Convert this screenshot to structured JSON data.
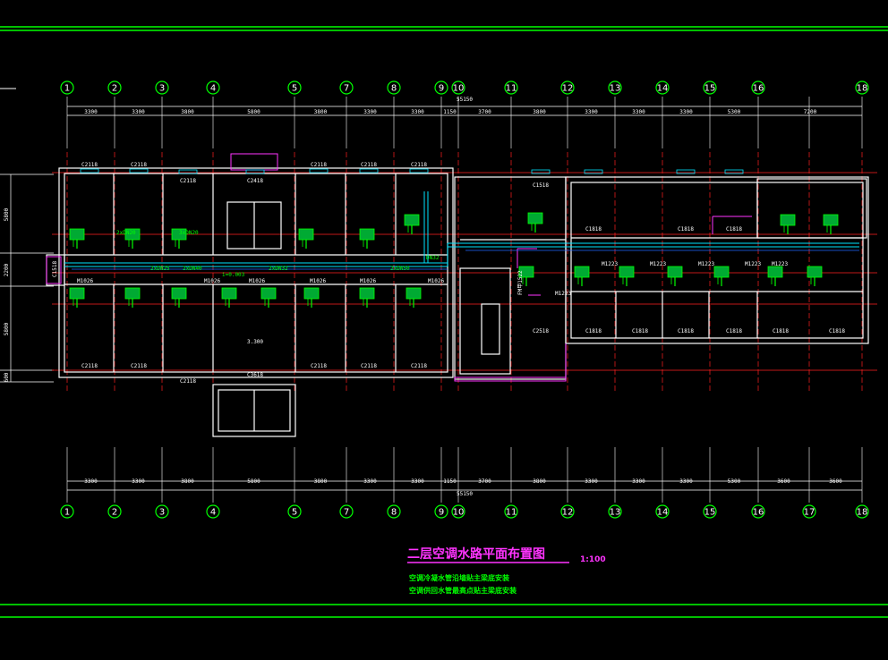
{
  "drawing": {
    "title": "二层空调水路平面布置图",
    "scale": "1:100",
    "notes": [
      "空调冷凝水管沿墙贴主梁底安装",
      "空调供回水管最高点贴主梁底安装"
    ],
    "colors": {
      "background": "#000000",
      "frame": "#00ff00",
      "walls": "#ffffff",
      "grid": "#ff2020",
      "pipe": "#00ffff",
      "magenta": "#ff33ff"
    }
  },
  "axes": {
    "top": [
      "1",
      "2",
      "3",
      "4",
      "5",
      "7",
      "8",
      "9",
      "10",
      "11",
      "12",
      "13",
      "14",
      "15",
      "16",
      "18"
    ],
    "bottom": [
      "1",
      "2",
      "3",
      "4",
      "5",
      "7",
      "8",
      "9",
      "10",
      "11",
      "12",
      "13",
      "14",
      "15",
      "16",
      "17",
      "18"
    ]
  },
  "dimensions": {
    "top_total": "55150",
    "top": [
      "3300",
      "3300",
      "3800",
      "5800",
      "3800",
      "3300",
      "3300",
      "1150",
      "3700",
      "3800",
      "3300",
      "3300",
      "3300",
      "5300",
      "7200"
    ],
    "bottom_total": "55150",
    "bottom": [
      "3300",
      "3300",
      "3800",
      "5800",
      "3800",
      "3300",
      "3300",
      "1150",
      "3700",
      "3800",
      "3300",
      "3300",
      "3300",
      "5300",
      "3600",
      "3600"
    ],
    "left": [
      "5800",
      "2200",
      "5800",
      "600"
    ]
  },
  "labels": {
    "windows_top": [
      "C2118",
      "C2118",
      "C2118",
      "C2418",
      "C2118",
      "C2118",
      "C2118",
      "C1518",
      "C1818",
      "C1818",
      "C1818"
    ],
    "windows_bottom": [
      "C2118",
      "C2118",
      "C2118",
      "C3618",
      "C2118",
      "C2118",
      "C2118",
      "C2518",
      "C1818",
      "C1818",
      "C1818",
      "C1818",
      "C1818",
      "C1818"
    ],
    "doors": [
      "M1026",
      "M1026",
      "M1026",
      "M1026",
      "M1026",
      "M1026",
      "M1223",
      "M1223",
      "M1223",
      "M1223",
      "M1223",
      "M1223"
    ],
    "pipe_tags": [
      "2xDN20",
      "2xDN25",
      "2xDN32",
      "2xDN40",
      "2xDN50",
      "DN32",
      "i=0.003",
      "3xDN20"
    ],
    "elev": "3.300",
    "side_window": "C1518",
    "fm": "FM甲1522"
  }
}
